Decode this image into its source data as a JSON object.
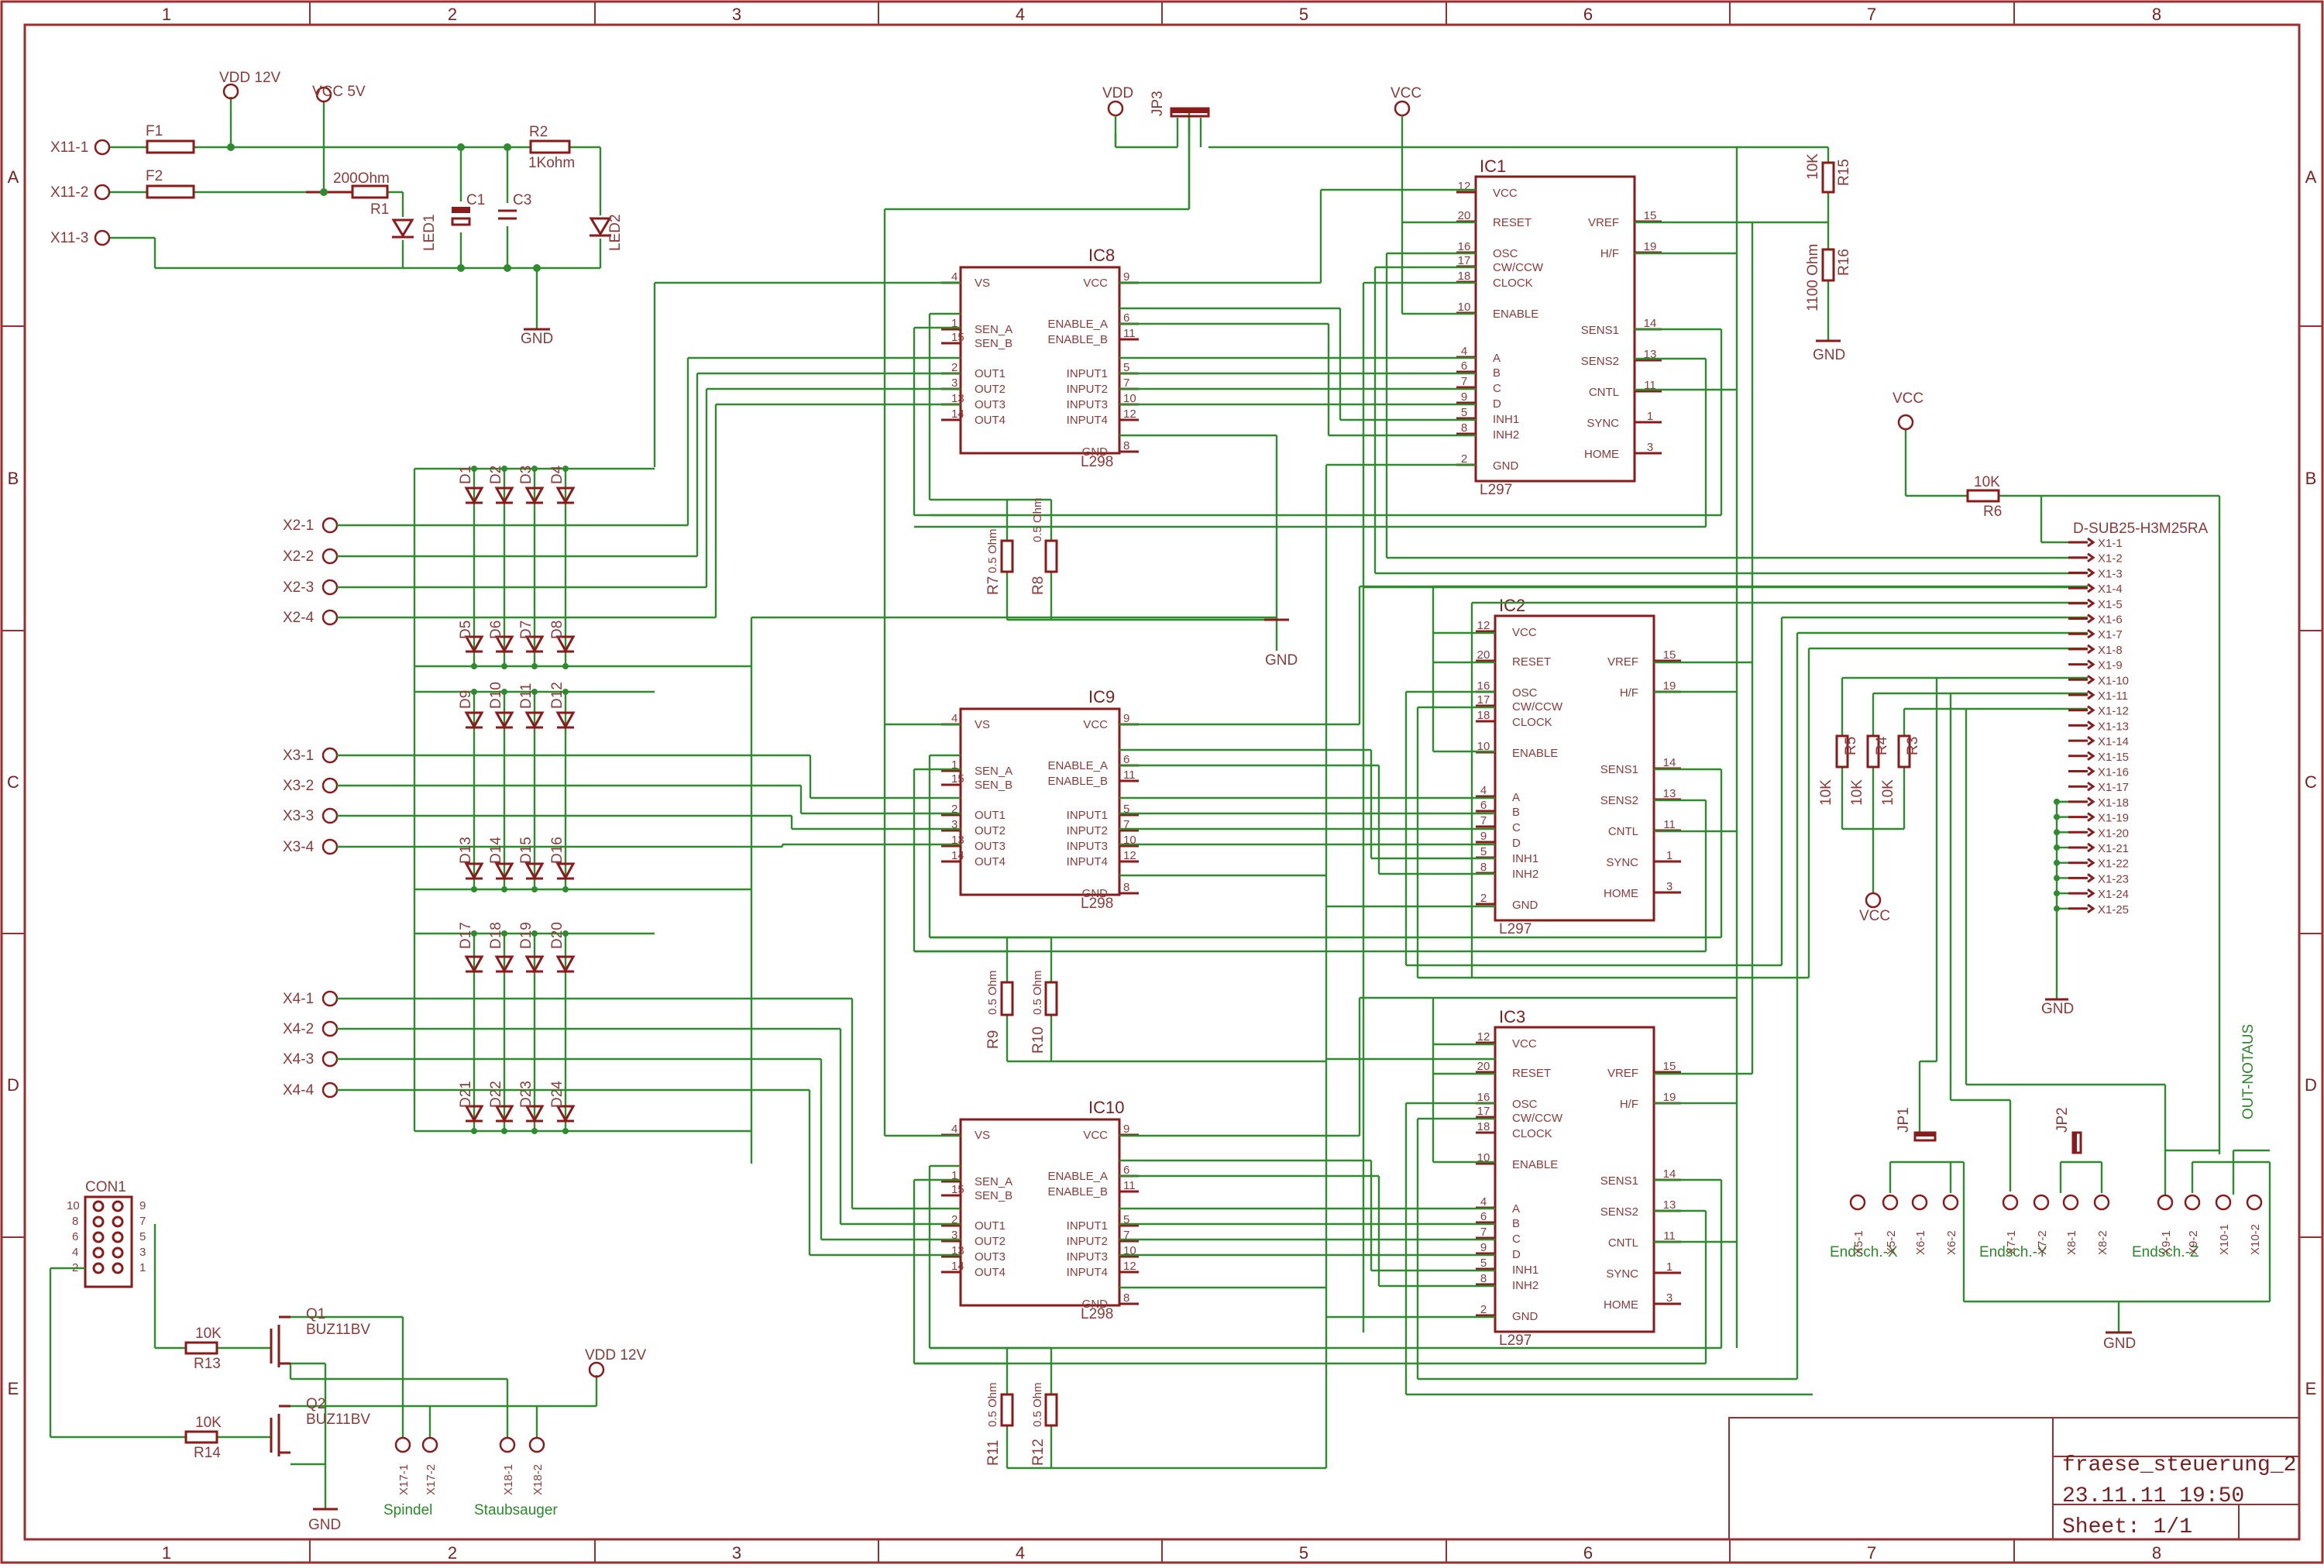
{
  "border": {
    "columns": [
      "1",
      "2",
      "3",
      "4",
      "5",
      "6",
      "7",
      "8"
    ],
    "rows": [
      "A",
      "B",
      "C",
      "D",
      "E"
    ]
  },
  "power": {
    "vdd12_top": "VDD 12V",
    "vcc5": "VCC 5V",
    "vdd": "VDD",
    "vcc_jp3": "VCC",
    "vcc_r6": "VCC",
    "vcc_r3": "VCC",
    "vdd12_bottom": "VDD 12V",
    "gnd_main": "GND",
    "gnd_r16": "GND",
    "gnd_ic": "GND",
    "gnd_dsub": "GND",
    "gnd_jp": "GND",
    "gnd_fet": "GND"
  },
  "connectors": {
    "x11": [
      "X11-1",
      "X11-2",
      "X11-3"
    ],
    "x2": [
      "X2-1",
      "X2-2",
      "X2-3",
      "X2-4"
    ],
    "x3": [
      "X3-1",
      "X3-2",
      "X3-3",
      "X3-4"
    ],
    "x4": [
      "X4-1",
      "X4-2",
      "X4-3",
      "X4-4"
    ],
    "x17": [
      "X17-1",
      "X17-2"
    ],
    "x18": [
      "X18-1",
      "X18-2"
    ],
    "endstops": [
      "X5-1",
      "X5-2",
      "X6-1",
      "X6-2",
      "X7-1",
      "X7-2",
      "X8-1",
      "X8-2",
      "X9-1",
      "X9-2",
      "X10-1",
      "X10-2"
    ]
  },
  "power_section": {
    "f1": "F1",
    "f2": "F2",
    "r1_value": "200Ohm",
    "r1": "R1",
    "r2": "R2",
    "r2_value": "1Kohm",
    "c1": "C1",
    "c3": "C3",
    "led1": "LED1",
    "led2": "LED2"
  },
  "diodes": {
    "group1": [
      "D1",
      "D2",
      "D3",
      "D4",
      "D5",
      "D6",
      "D7",
      "D8"
    ],
    "group2": [
      "D9",
      "D10",
      "D11",
      "D12",
      "D13",
      "D14",
      "D15",
      "D16"
    ],
    "group3": [
      "D17",
      "D18",
      "D19",
      "D20",
      "D21",
      "D22",
      "D23",
      "D24"
    ]
  },
  "l298": {
    "ids": [
      "IC8",
      "IC9",
      "IC10"
    ],
    "part": "L298",
    "left_pins": [
      {
        "num": "4",
        "name": "VS"
      },
      {
        "num": "1",
        "name": "SEN_A"
      },
      {
        "num": "15",
        "name": "SEN_B"
      },
      {
        "num": "2",
        "name": "OUT1"
      },
      {
        "num": "3",
        "name": "OUT2"
      },
      {
        "num": "13",
        "name": "OUT3"
      },
      {
        "num": "14",
        "name": "OUT4"
      }
    ],
    "right_pins": [
      {
        "num": "9",
        "name": "VCC"
      },
      {
        "num": "6",
        "name": "ENABLE_A"
      },
      {
        "num": "11",
        "name": "ENABLE_B"
      },
      {
        "num": "5",
        "name": "INPUT1"
      },
      {
        "num": "7",
        "name": "INPUT2"
      },
      {
        "num": "10",
        "name": "INPUT3"
      },
      {
        "num": "12",
        "name": "INPUT4"
      },
      {
        "num": "8",
        "name": "GND"
      }
    ]
  },
  "l297": {
    "ids": [
      "IC1",
      "IC2",
      "IC3"
    ],
    "part": "L297",
    "left_pins": [
      {
        "num": "12",
        "name": "VCC"
      },
      {
        "num": "20",
        "name": "RESET"
      },
      {
        "num": "16",
        "name": "OSC"
      },
      {
        "num": "17",
        "name": "CW/CCW"
      },
      {
        "num": "18",
        "name": "CLOCK"
      },
      {
        "num": "10",
        "name": "ENABLE"
      },
      {
        "num": "4",
        "name": "A"
      },
      {
        "num": "6",
        "name": "B"
      },
      {
        "num": "7",
        "name": "C"
      },
      {
        "num": "9",
        "name": "D"
      },
      {
        "num": "5",
        "name": "INH1"
      },
      {
        "num": "8",
        "name": "INH2"
      },
      {
        "num": "2",
        "name": "GND"
      }
    ],
    "right_pins": [
      {
        "num": "15",
        "name": "VREF"
      },
      {
        "num": "19",
        "name": "H/F"
      },
      {
        "num": "14",
        "name": "SENS1"
      },
      {
        "num": "13",
        "name": "SENS2"
      },
      {
        "num": "11",
        "name": "CNTL"
      },
      {
        "num": "1",
        "name": "SYNC"
      },
      {
        "num": "3",
        "name": "HOME"
      }
    ]
  },
  "sense_resistors": {
    "value": "0.5 Ohm",
    "names": [
      "R7",
      "R8",
      "R9",
      "R10",
      "R11",
      "R12"
    ]
  },
  "vref": {
    "r15": "R15",
    "r15_value": "10K",
    "r16": "R16",
    "r16_value": "1100 Ohm"
  },
  "dsub": {
    "title": "D-SUB25-H3M25RA",
    "r6": "R6",
    "r6_value": "10K",
    "pins": [
      "X1-1",
      "X1-2",
      "X1-3",
      "X1-4",
      "X1-5",
      "X1-6",
      "X1-7",
      "X1-8",
      "X1-9",
      "X1-10",
      "X1-11",
      "X1-12",
      "X1-13",
      "X1-14",
      "X1-15",
      "X1-16",
      "X1-17",
      "X1-18",
      "X1-19",
      "X1-20",
      "X1-21",
      "X1-22",
      "X1-23",
      "X1-24",
      "X1-25"
    ],
    "pullups": [
      "R5",
      "R4",
      "R3"
    ],
    "pullup_value": "10K"
  },
  "jumpers": {
    "jp1": "JP1",
    "jp2": "JP2",
    "jp3": "JP3",
    "endsch_x": "Endsch.-X",
    "endsch_y": "Endsch.-Y",
    "endsch_z": "Endsch.-Z",
    "out_notaus": "OUT-NOTAUS"
  },
  "fets": {
    "con1": "CON1",
    "con1_left": [
      "10",
      "8",
      "6",
      "4",
      "2"
    ],
    "con1_right": [
      "9",
      "7",
      "5",
      "3",
      "1"
    ],
    "q1": "Q1",
    "q1_part": "BUZ11BV",
    "q2": "Q2",
    "q2_part": "BUZ11BV",
    "r13": "R13",
    "r13_value": "10K",
    "r14": "R14",
    "r14_value": "10K",
    "spindel": "Spindel",
    "staubsauger": "Staubsauger"
  },
  "title_block": {
    "name": "fraese_steuerung_2",
    "date": "23.11.11 19:50",
    "sheet": "Sheet: 1/1"
  },
  "colors": {
    "frame": "#9b2f2f",
    "wire": "#2e8b2e",
    "part": "#8b1a1a",
    "net_label": "#2a8a2a"
  }
}
